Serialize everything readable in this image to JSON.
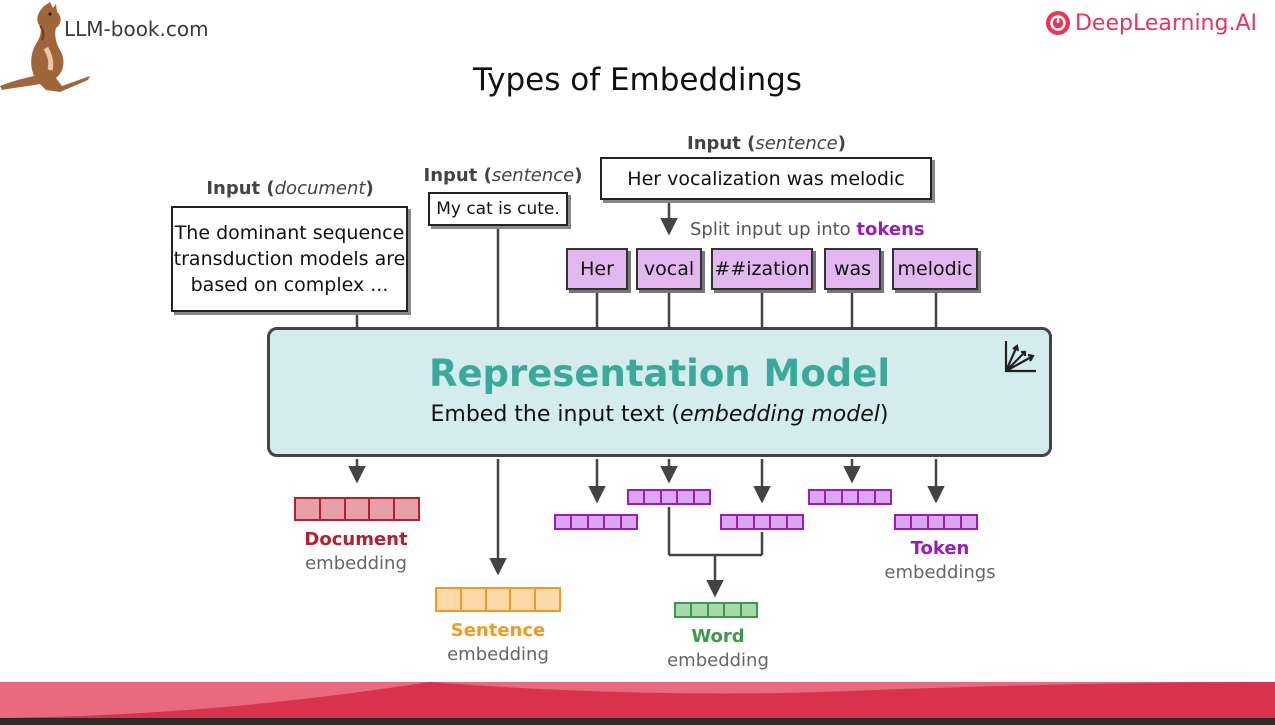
{
  "header": {
    "site": "LLM-book.com",
    "brand": "DeepLearning.AI"
  },
  "title": "Types of Embeddings",
  "inputs": {
    "document": {
      "prefix": "Input (",
      "kind": "document",
      "suffix": ")",
      "text_lines": [
        "The dominant sequence",
        "transduction models are",
        "based on complex ..."
      ]
    },
    "sentence": {
      "prefix": "Input (",
      "kind": "sentence",
      "suffix": ")",
      "text": "My cat is cute."
    },
    "tokens_sentence": {
      "prefix": "Input (",
      "kind": "sentence",
      "suffix": ")",
      "text": "Her vocalization was melodic"
    }
  },
  "split_note": {
    "text": "Split input up into ",
    "emph": "tokens"
  },
  "tokens": [
    "Her",
    "vocal",
    "##ization",
    "was",
    "melodic"
  ],
  "model": {
    "title": "Representation Model",
    "subtitle_prefix": "Embed the input text (",
    "subtitle_emph": "embedding model",
    "subtitle_suffix": ")"
  },
  "outputs": {
    "document": {
      "name": "Document",
      "kind": "embedding"
    },
    "sentence": {
      "name": "Sentence",
      "kind": "embedding"
    },
    "word": {
      "name": "Word",
      "kind": "embedding"
    },
    "token": {
      "name": "Token",
      "kind": "embeddings"
    }
  },
  "colors": {
    "document": "#b5202e",
    "document_fill": "#e8a0a8",
    "sentence": "#f19a1f",
    "sentence_fill": "#fbd9a8",
    "word": "#3a9a4a",
    "word_fill": "#a8d9ad",
    "token": "#9b1bbd",
    "token_fill": "#d9a6ef",
    "model_title": "#3aa99b",
    "model_fill": "#d4ecee",
    "brand": "#e8355a",
    "footer": "#e0455f"
  },
  "icons": [
    "kangaroo-logo",
    "deeplearning-logo-icon",
    "vector-arrows-icon"
  ]
}
